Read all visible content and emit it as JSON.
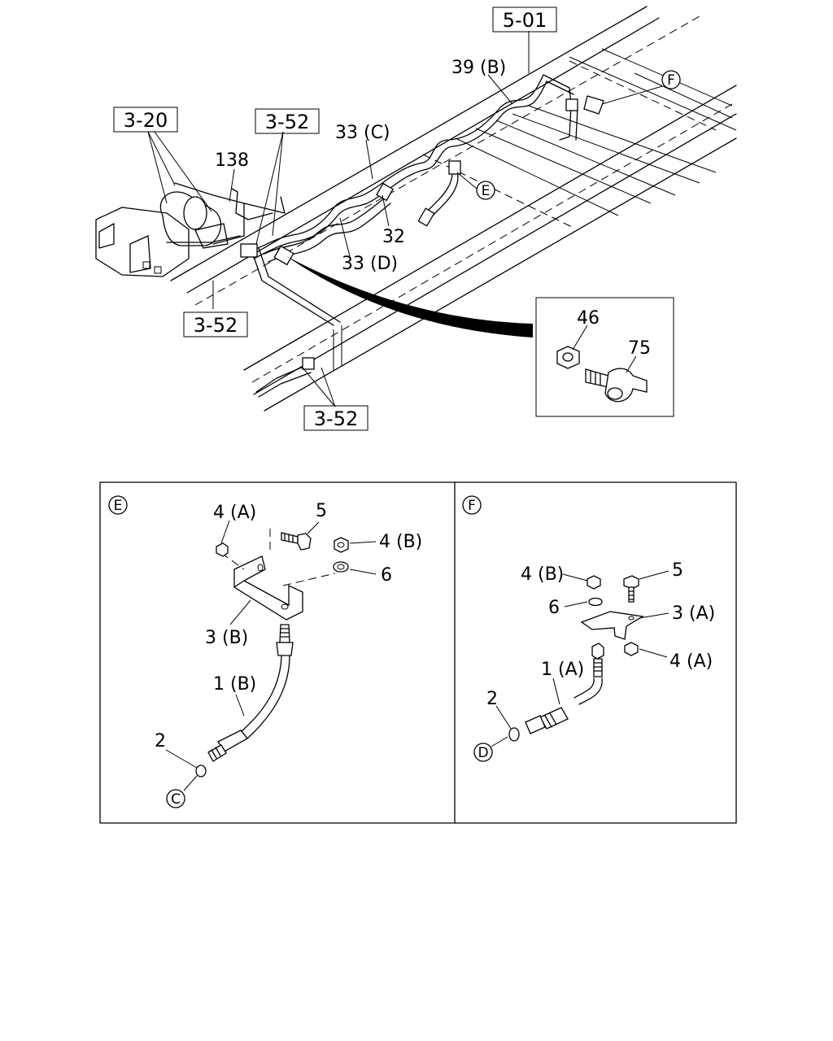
{
  "main_diagram": {
    "ref_boxes": [
      {
        "id": "ref-5-01",
        "text": "5-01"
      },
      {
        "id": "ref-3-20",
        "text": "3-20"
      },
      {
        "id": "ref-3-52-top",
        "text": "3-52"
      },
      {
        "id": "ref-3-52-left",
        "text": "3-52"
      },
      {
        "id": "ref-3-52-bottom",
        "text": "3-52"
      }
    ],
    "part_labels": [
      {
        "id": "p39b",
        "text": "39 (B)"
      },
      {
        "id": "p33c",
        "text": "33 (C)"
      },
      {
        "id": "p138",
        "text": "138"
      },
      {
        "id": "p32",
        "text": "32"
      },
      {
        "id": "p33d",
        "text": "33 (D)"
      }
    ],
    "callouts": [
      {
        "id": "callout-f",
        "text": "F"
      },
      {
        "id": "callout-e",
        "text": "E"
      }
    ],
    "inset": {
      "labels": [
        {
          "id": "p46",
          "text": "46"
        },
        {
          "id": "p75",
          "text": "75"
        }
      ]
    }
  },
  "detail_e": {
    "tag": "E",
    "labels": [
      {
        "id": "e4a",
        "text": "4 (A)"
      },
      {
        "id": "e5",
        "text": "5"
      },
      {
        "id": "e4b",
        "text": "4 (B)"
      },
      {
        "id": "e6",
        "text": "6"
      },
      {
        "id": "e3b",
        "text": "3 (B)"
      },
      {
        "id": "e1b",
        "text": "1 (B)"
      },
      {
        "id": "e2",
        "text": "2"
      }
    ],
    "end_marker": "C"
  },
  "detail_f": {
    "tag": "F",
    "labels": [
      {
        "id": "f4b",
        "text": "4 (B)"
      },
      {
        "id": "f5",
        "text": "5"
      },
      {
        "id": "f6",
        "text": "6"
      },
      {
        "id": "f3a",
        "text": "3 (A)"
      },
      {
        "id": "f4a",
        "text": "4 (A)"
      },
      {
        "id": "f1a",
        "text": "1 (A)"
      },
      {
        "id": "f2",
        "text": "2"
      }
    ],
    "end_marker": "D"
  }
}
